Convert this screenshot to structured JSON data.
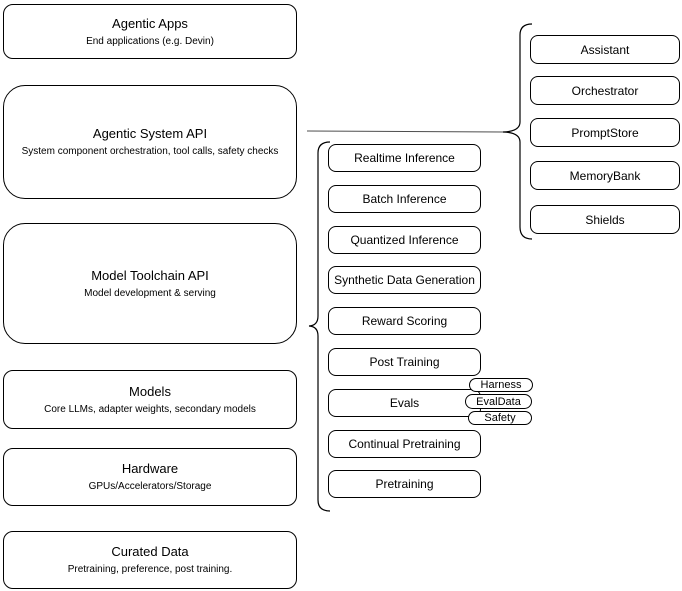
{
  "diagram": {
    "left_stack": [
      {
        "title": "Agentic Apps",
        "subtitle": "End applications (e.g. Devin)"
      },
      {
        "title": "Agentic System API",
        "subtitle": "System component orchestration, tool calls, safety checks"
      },
      {
        "title": "Model Toolchain API",
        "subtitle": "Model development & serving"
      },
      {
        "title": "Models",
        "subtitle": "Core LLMs, adapter weights, secondary models"
      },
      {
        "title": "Hardware",
        "subtitle": "GPUs/Accelerators/Storage"
      },
      {
        "title": "Curated Data",
        "subtitle": "Pretraining, preference, post training."
      }
    ],
    "toolchain_items": [
      "Realtime Inference",
      "Batch Inference",
      "Quantized Inference",
      "Synthetic Data Generation",
      "Reward Scoring",
      "Post Training",
      "Evals",
      "Continual Pretraining",
      "Pretraining"
    ],
    "evals_tags": [
      "Harness",
      "EvalData",
      "Safety"
    ],
    "system_components": [
      "Assistant",
      "Orchestrator",
      "PromptStore",
      "MemoryBank",
      "Shields"
    ],
    "colors": {
      "stroke": "#000000",
      "fill": "#ffffff",
      "connector": "#4d4d4d"
    }
  }
}
